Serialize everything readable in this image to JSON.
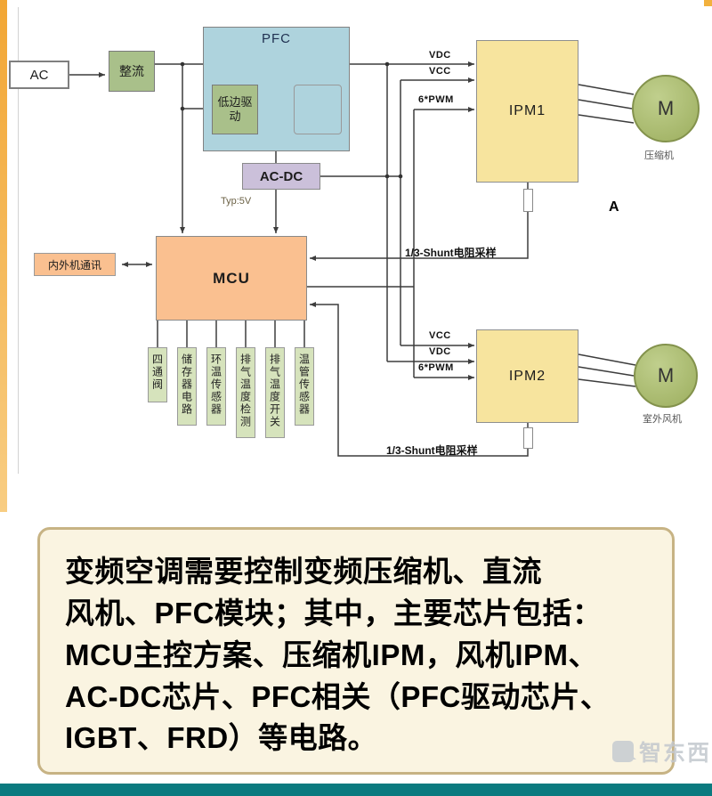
{
  "diagram": {
    "ac_label": "AC",
    "rectifier_label": "整流",
    "pfc": {
      "title": "PFC",
      "low_side_driver": "低边驱动"
    },
    "acdc": {
      "label": "AC-DC",
      "typ_label": "Typ:5V"
    },
    "mcu_label": "MCU",
    "comm_label": "内外机通讯",
    "peripherals": [
      "四通阀",
      "储存器电路",
      "环温传感器",
      "排气温度检测",
      "排气温度开关",
      "温管传感器"
    ],
    "ipm1": {
      "label": "IPM1",
      "signals": [
        "VDC",
        "VCC",
        "6*PWM"
      ],
      "shunt_label": "1/3-Shunt电阻采样",
      "motor_letter": "M",
      "motor_label": "压缩机"
    },
    "ipm2": {
      "label": "IPM2",
      "signals": [
        "VCC",
        "VDC",
        "6*PWM"
      ],
      "shunt_label": "1/3-Shunt电阻采样",
      "motor_letter": "M",
      "motor_label": "室外风机"
    },
    "marker_a": "A"
  },
  "caption": {
    "lines": [
      "变频空调需要控制变频压缩机、直流",
      "风机、PFC模块；其中，主要芯片包括：",
      "MCU主控方案、压缩机IPM，风机IPM、",
      "AC-DC芯片、PFC相关（PFC驱动芯片、",
      "IGBT、FRD）等电路。"
    ]
  },
  "watermark": {
    "text": "智东西"
  },
  "colors": {
    "pfc_bg": "#aed3dd",
    "green_box": "#a9c08a",
    "orange_box": "#fac090",
    "yellow_box": "#f7e49e",
    "lavender_box": "#cbc0da",
    "peripheral_box": "#d6e3bc",
    "motor_green": "#a8ba6e",
    "caption_bg": "#faf4e1",
    "caption_border": "#c7b384",
    "accent_teal": "#0b7a7f",
    "accent_orange": "#f2a634"
  }
}
